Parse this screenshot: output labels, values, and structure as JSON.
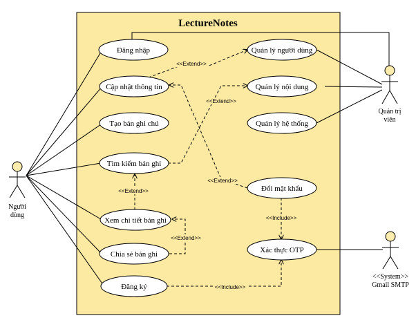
{
  "system": {
    "title": "LectureNotes"
  },
  "use_cases": {
    "dang_nhap": "Đăng nhập",
    "cap_nhat": "Cập nhật thông tin",
    "tao_ban_ghi": "Tạo bản ghi chú",
    "tim_kiem": "Tìm kiếm bản ghi",
    "xem_chi_tiet": "Xem chi tiết bản ghi",
    "chia_se": "Chia sẻ bản ghi",
    "dang_ky": "Đăng ký",
    "quan_ly_nguoi_dung": "Quản lý người dùng",
    "quan_ly_noi_dung": "Quản lý nội dung",
    "quan_ly_he_thong": "Quản lý hệ thống",
    "doi_mat_khau": "Đổi mật khẩu",
    "xac_thuc_otp": "Xác thực OTP"
  },
  "actors": {
    "user_line1": "Người",
    "user_line2": "dùng",
    "admin_line1": "Quản trị",
    "admin_line2": "viên",
    "smtp_line1": "<<System>>",
    "smtp_line2": "Gmail SMTP"
  },
  "relations": {
    "extend_1": "<<Extend>>",
    "extend_2": "<<Extend>>",
    "extend_3": "<<Extend>>",
    "extend_4": "<<Extend>>",
    "extend_5": "<<Extend>>",
    "include_1": "<<Include>>",
    "include_2": "<<Include>>"
  },
  "colors": {
    "system_fill": "#fce9a2",
    "actor_head": "#fcecae",
    "usecase_fill": "#ffffff"
  }
}
